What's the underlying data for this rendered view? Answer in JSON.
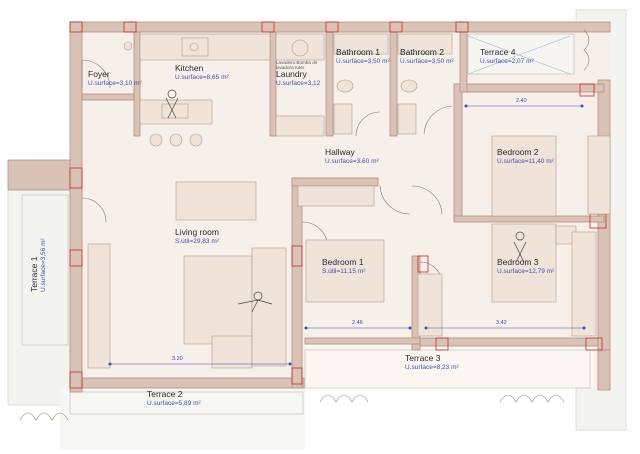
{
  "plan": {
    "rooms": [
      {
        "key": "foyer",
        "name": "Foyer",
        "area": "U.surface=3,10 m²"
      },
      {
        "key": "kitchen",
        "name": "Kitchen",
        "area": "U.surface=8,65 m²"
      },
      {
        "key": "laundry",
        "name": "Laundry",
        "area": "U.surface=3,12"
      },
      {
        "key": "bathroom1",
        "name": "Bathroom 1",
        "area": "U.surface=3,50 m²"
      },
      {
        "key": "bathroom2",
        "name": "Bathroom 2",
        "area": "U.surface=3,50 m²"
      },
      {
        "key": "terrace4",
        "name": "Terrace 4",
        "area": "U.surface=2,07 m²"
      },
      {
        "key": "hallway",
        "name": "Hallway",
        "area": "U.surface=3,60 m²"
      },
      {
        "key": "bedroom2",
        "name": "Bedroom 2",
        "area": "U.surface=11,40 m²"
      },
      {
        "key": "living",
        "name": "Living room",
        "area": "S.útil=29,83 m²"
      },
      {
        "key": "bedroom1",
        "name": "Bedroom 1",
        "area": "S.útil=11,15 m²"
      },
      {
        "key": "bedroom3",
        "name": "Bedroom 3",
        "area": "U.surface=12,79 m²"
      },
      {
        "key": "terrace3",
        "name": "Terrace 3",
        "area": "U.surface=8,23 m²"
      },
      {
        "key": "terrace2",
        "name": "Terrace 2",
        "area": "U.surface=5,89 m²"
      },
      {
        "key": "terrace1",
        "name": "Terrace 1",
        "area": "U.surface=3,56 m²"
      }
    ],
    "dimensions": {
      "bedroom2_width": "2.40",
      "bedroom1_width": "2.46",
      "bedroom3_width": "3.42",
      "living_width": "3.20"
    },
    "laundry_note": "Lavadero Bomba de\nlavadora ruter"
  }
}
